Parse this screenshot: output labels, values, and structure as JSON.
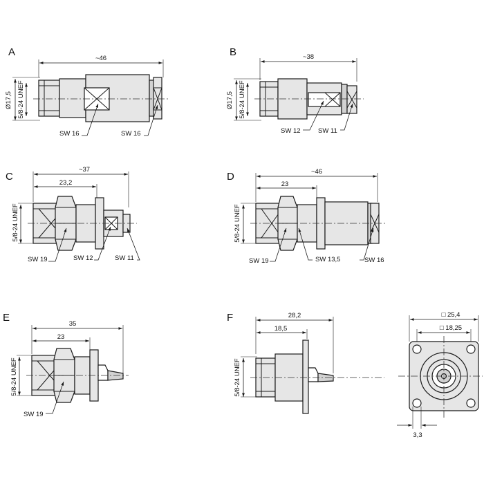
{
  "views": [
    {
      "id": "A",
      "label": "A",
      "length": "~46",
      "dia": "Ø17,5",
      "thread": "5/8-24 UNEF",
      "sw1": "SW 16",
      "sw2": "SW 16"
    },
    {
      "id": "B",
      "label": "B",
      "length": "~38",
      "dia": "Ø17,5",
      "thread": "5/8-24 UNEF",
      "sw1": "SW 12",
      "sw2": "SW 11"
    },
    {
      "id": "C",
      "label": "C",
      "length": "~37",
      "inner": "23,2",
      "thread": "5/8-24 UNEF",
      "sw1": "SW 19",
      "sw2": "SW 12",
      "sw3": "SW 11"
    },
    {
      "id": "D",
      "label": "D",
      "length": "~46",
      "inner": "23",
      "thread": "5/8-24 UNEF",
      "sw1": "SW 19",
      "sw2": "SW 13,5",
      "sw3": "SW 16"
    },
    {
      "id": "E",
      "label": "E",
      "length": "35",
      "inner": "23",
      "thread": "5/8-24 UNEF",
      "sw1": "SW 19"
    },
    {
      "id": "F",
      "label": "F",
      "length": "28,2",
      "inner": "18,5",
      "thread": "5/8-24 UNEF",
      "square_outer": "□ 25,4",
      "square_inner": "□ 18,25",
      "hole_dim": "3,3"
    }
  ],
  "colors": {
    "line": "#1a1a1a",
    "fill": "#e6e6e6",
    "background": "#ffffff"
  }
}
